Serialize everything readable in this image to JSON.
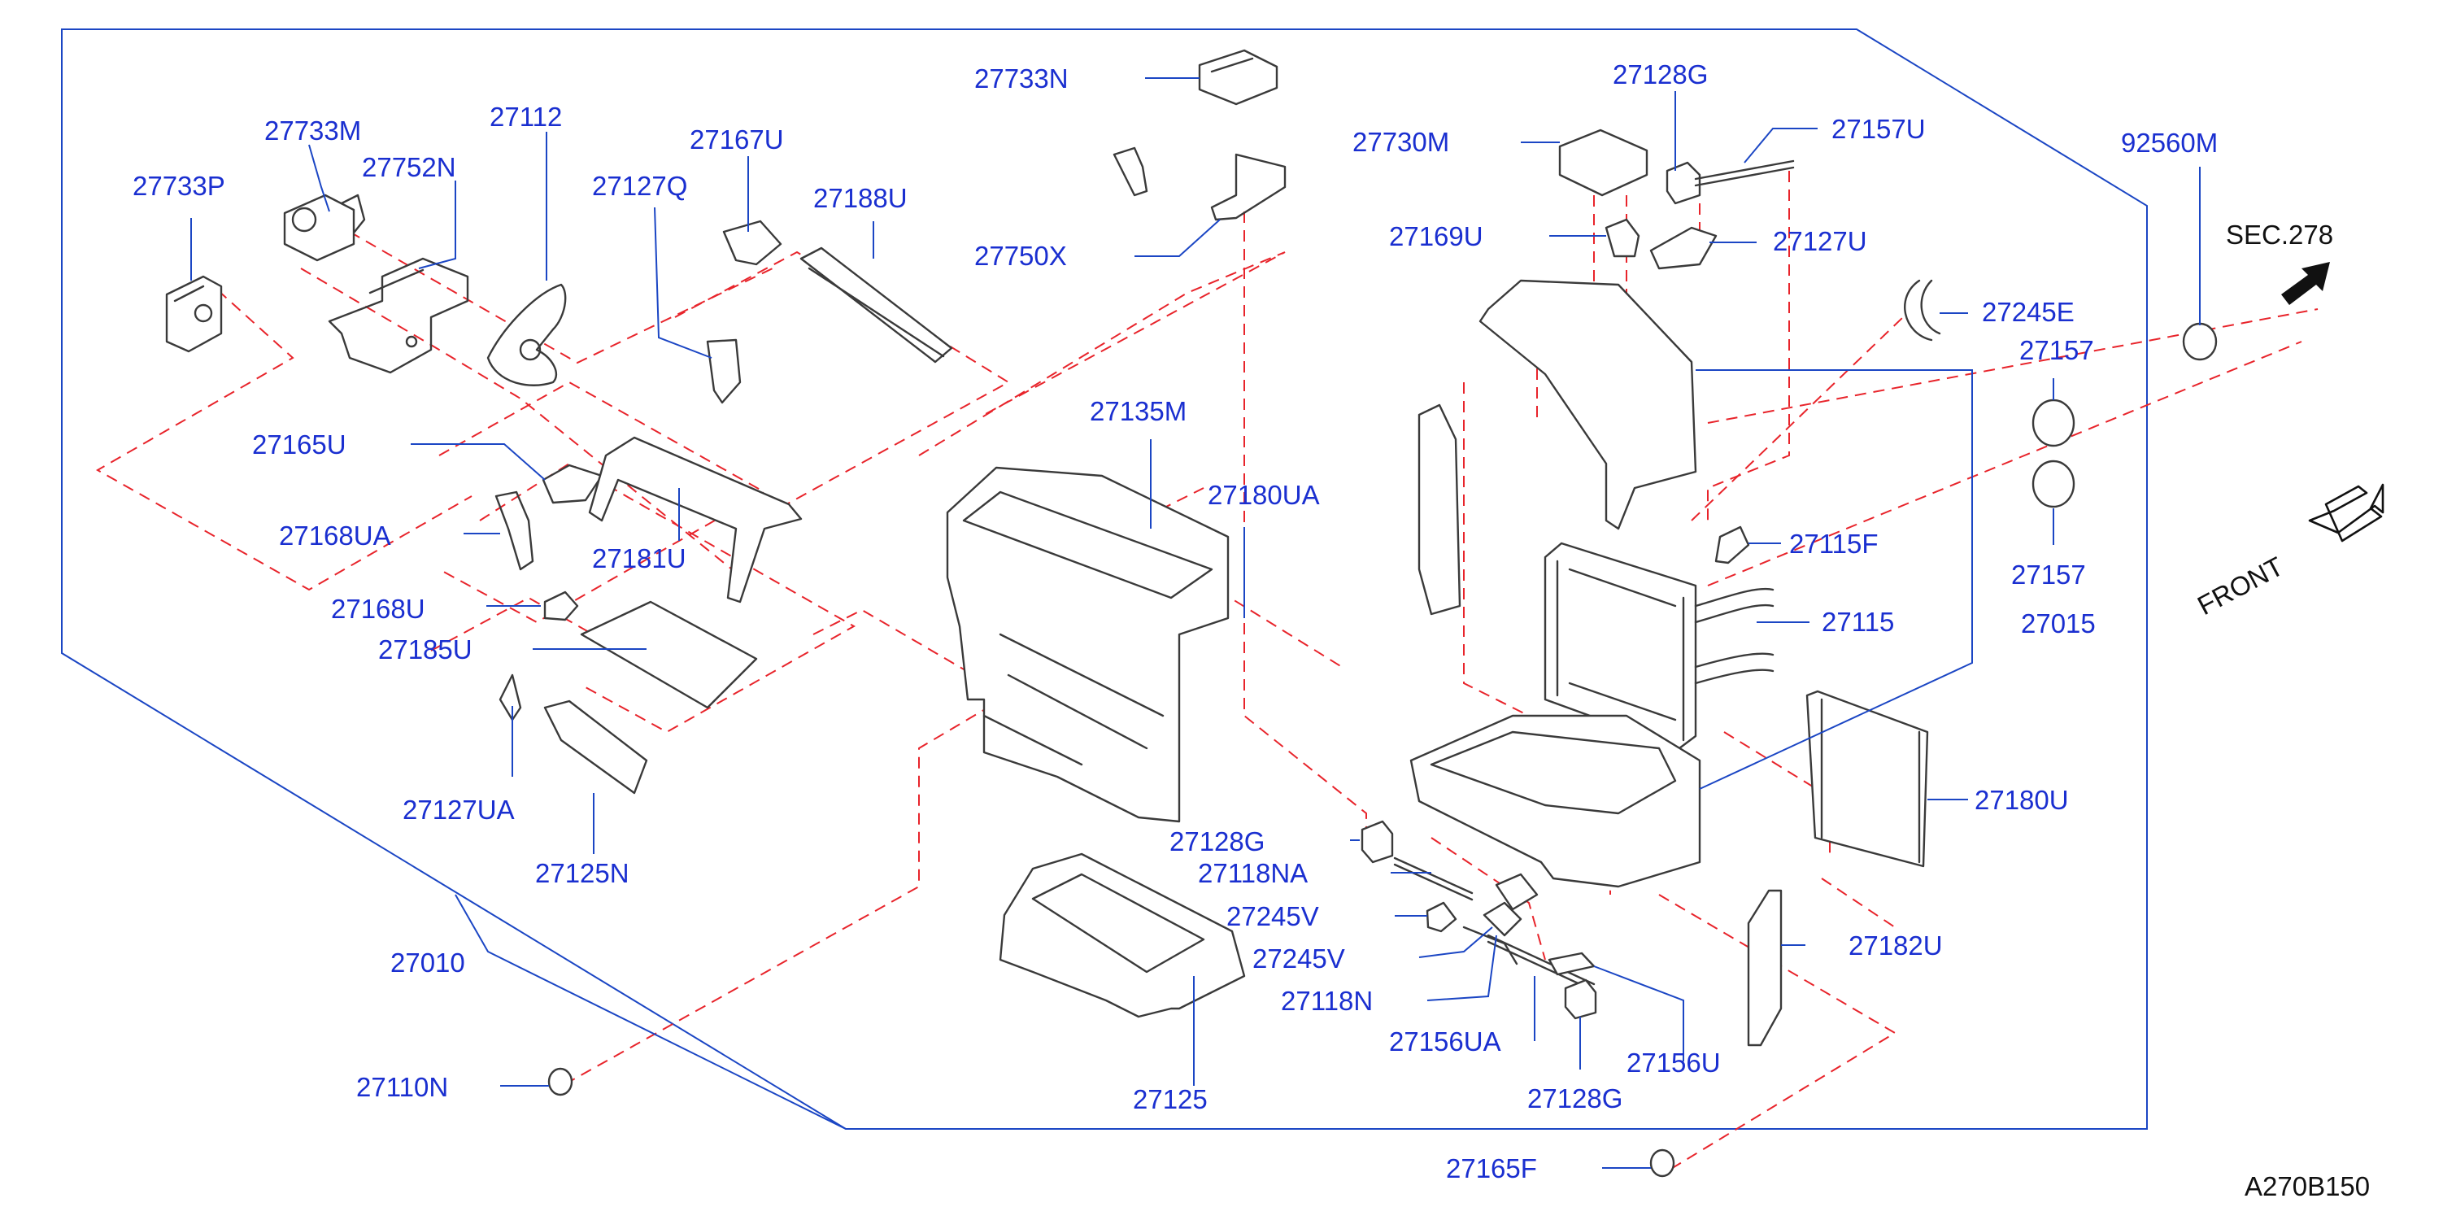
{
  "labels": {
    "p27733P": "27733P",
    "p27733M": "27733M",
    "p27752N": "27752N",
    "p27112": "27112",
    "p27127Q": "27127Q",
    "p27167U": "27167U",
    "p27188U": "27188U",
    "p27733N": "27733N",
    "p27750X": "27750X",
    "p27730M": "27730M",
    "p27128G_top": "27128G",
    "p27157U": "27157U",
    "p92560M": "92560M",
    "p27169U": "27169U",
    "p27127U": "27127U",
    "p27245E": "27245E",
    "p27157_a": "27157",
    "p27157_b": "27157",
    "p27165U": "27165U",
    "p27135M": "27135M",
    "p27180UA": "27180UA",
    "p27168UA": "27168UA",
    "p27181U": "27181U",
    "p27115F": "27115F",
    "p27168U": "27168U",
    "p27185U": "27185U",
    "p27115": "27115",
    "p27015": "27015",
    "p27127UA": "27127UA",
    "p27180U": "27180U",
    "p27125N": "27125N",
    "p27128G_mid": "27128G",
    "p27118NA": "27118NA",
    "p27245V_a": "27245V",
    "p27245V_b": "27245V",
    "p27010": "27010",
    "p27118N": "27118N",
    "p27182U": "27182U",
    "p27156UA": "27156UA",
    "p27156U": "27156U",
    "p27110N": "27110N",
    "p27125": "27125",
    "p27128G_bot": "27128G",
    "p27165F": "27165F"
  },
  "annotations": {
    "sec": "SEC.278",
    "front": "FRONT",
    "figure_code": "A270B150"
  },
  "colors": {
    "label_text": "#1a2fd0",
    "leader_line": "#1b46c4",
    "dashed_guide": "#e8242b",
    "part_outline": "#3a3a3a"
  }
}
